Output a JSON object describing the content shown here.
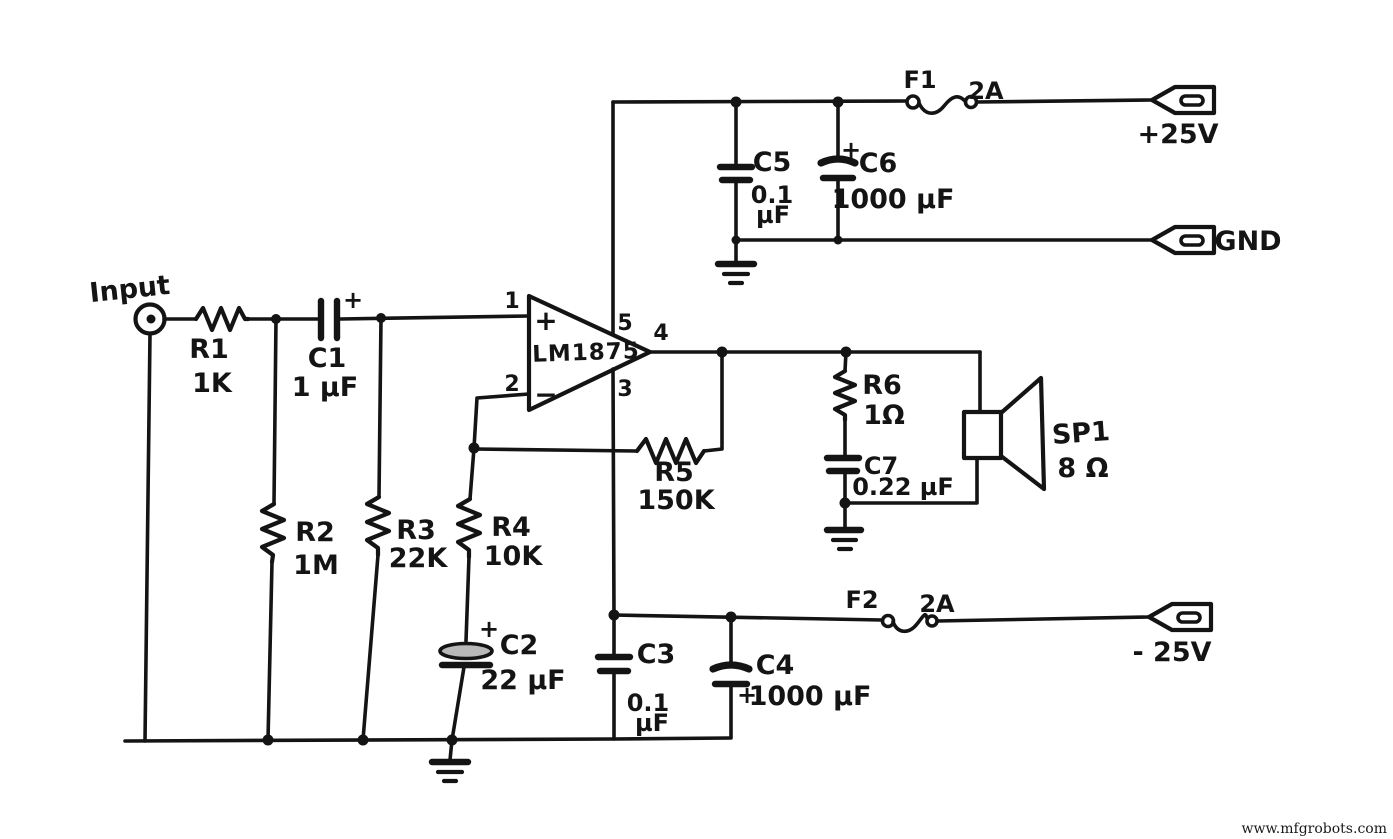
{
  "colors": {
    "ink": "#141414",
    "paper": "#ffffff"
  },
  "input": {
    "label": "Input"
  },
  "ic": {
    "part": "LM1875",
    "plus": "+",
    "minus": "−",
    "pin_in_pos": "1",
    "pin_in_neg": "2",
    "pin_v_neg": "3",
    "pin_out": "4",
    "pin_v_pos": "5"
  },
  "components": {
    "R1": {
      "ref": "R1",
      "value": "1K"
    },
    "R2": {
      "ref": "R2",
      "value": "1M"
    },
    "R3": {
      "ref": "R3",
      "value": "22K"
    },
    "R4": {
      "ref": "R4",
      "value": "10K"
    },
    "R5": {
      "ref": "R5",
      "value": "150K"
    },
    "R6": {
      "ref": "R6",
      "value": "1Ω"
    },
    "C1": {
      "ref": "C1",
      "value": "1 µF",
      "polarity": "+"
    },
    "C2": {
      "ref": "C2",
      "value": "22 µF",
      "polarity": "+"
    },
    "C3": {
      "ref": "C3",
      "value": "0.1",
      "unit": "µF"
    },
    "C4": {
      "ref": "C4",
      "value": "1000 µF",
      "polarity": "+"
    },
    "C5": {
      "ref": "C5",
      "value": "0.1",
      "unit": "µF"
    },
    "C6": {
      "ref": "C6",
      "value": "1000 µF",
      "polarity": "+"
    },
    "C7": {
      "ref": "C7",
      "value": "0.22 µF"
    },
    "F1": {
      "ref": "F1",
      "rating": "2A"
    },
    "F2": {
      "ref": "F2",
      "rating": "2A"
    },
    "SP1": {
      "ref": "SP1",
      "value": "8 Ω"
    }
  },
  "terminals": {
    "positive": "+25V",
    "ground": "GND",
    "negative": "- 25V"
  },
  "watermark": "www.mfgrobots.com"
}
